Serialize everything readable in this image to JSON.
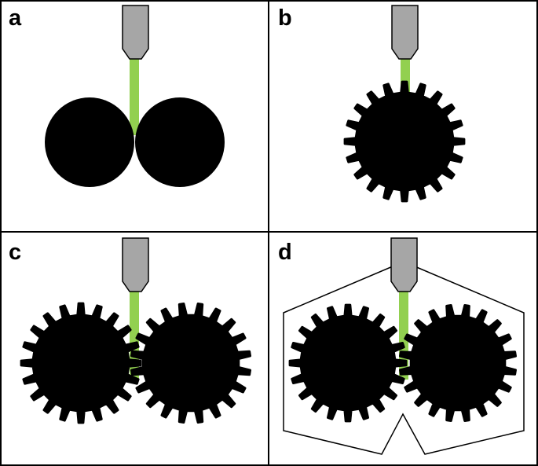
{
  "panels": [
    {
      "id": "a",
      "label": "a",
      "content": "two-cylinders"
    },
    {
      "id": "b",
      "label": "b",
      "content": "single-gear"
    },
    {
      "id": "c",
      "label": "c",
      "content": "two-gears-meshed"
    },
    {
      "id": "d",
      "label": "d",
      "content": "two-gears-in-housing"
    }
  ],
  "gear": {
    "teeth": 20
  },
  "colors": {
    "background": "#ffffff",
    "border": "#000000",
    "body": "#000000",
    "nozzle_fill": "#a6a6a6",
    "nozzle_stroke": "#000000",
    "stream": "#92d050"
  }
}
